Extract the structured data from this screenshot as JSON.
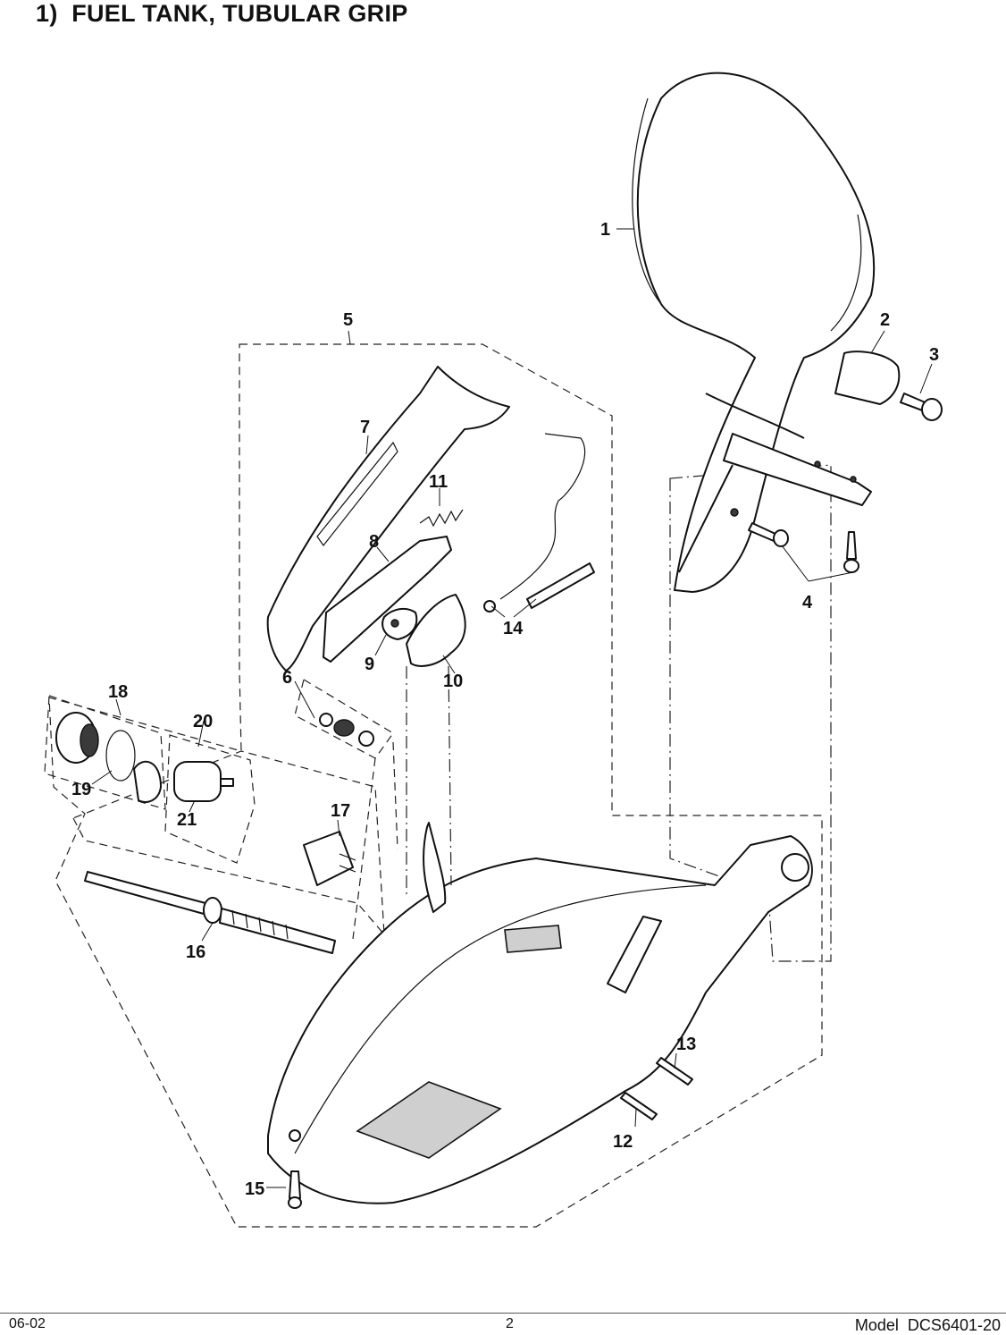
{
  "header": {
    "title": "1)  FUEL TANK, TUBULAR GRIP"
  },
  "callouts": [
    "1",
    "2",
    "3",
    "4",
    "5",
    "6",
    "7",
    "8",
    "9",
    "10",
    "11",
    "12",
    "13",
    "14",
    "15",
    "16",
    "17",
    "18",
    "19",
    "20",
    "21"
  ],
  "footer": {
    "date": "06-02",
    "page": "2",
    "model": "Model  DCS6401-20"
  }
}
